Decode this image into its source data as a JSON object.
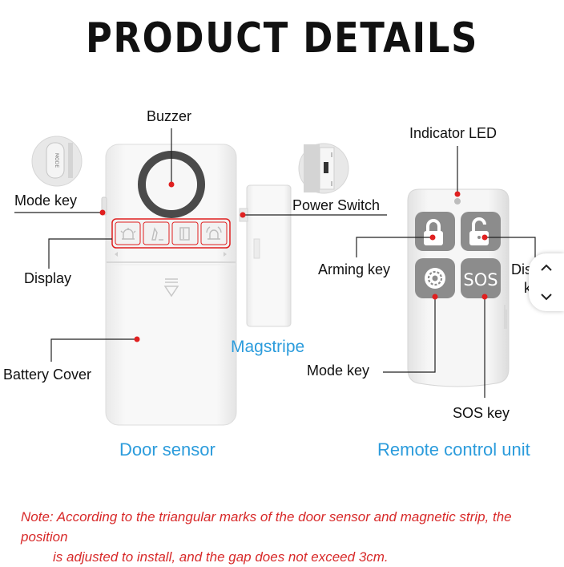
{
  "title": "PRODUCT DETAILS",
  "labels": {
    "buzzer": "Buzzer",
    "mode_key_left": "Mode key",
    "display": "Display",
    "battery_cover": "Battery Cover",
    "power_switch": "Power Switch",
    "magstripe": "Magstripe",
    "indicator_led": "Indicator LED",
    "arming_key": "Arming key",
    "disarm_key_partial_1": "Dis",
    "disarm_key_partial_2": "k",
    "mode_key_remote": "Mode key",
    "sos_key": "SOS key",
    "mode_button_text": "MODE",
    "sos_button_text": "SOS"
  },
  "captions": {
    "door_sensor": "Door sensor",
    "remote": "Remote control unit"
  },
  "note": {
    "line1": "Note: According to the triangular marks of the door sensor and magnetic strip, the position",
    "line2": "is adjusted to install, and the gap does not exceed 3cm."
  },
  "colors": {
    "accent_blue": "#2c9cdc",
    "marker_red": "#e02020",
    "note_red": "#d82a2a",
    "remote_button_gray": "#8c8c8c"
  },
  "icons": {
    "scroll_up": "chevron-up-icon",
    "scroll_down": "chevron-down-icon"
  }
}
